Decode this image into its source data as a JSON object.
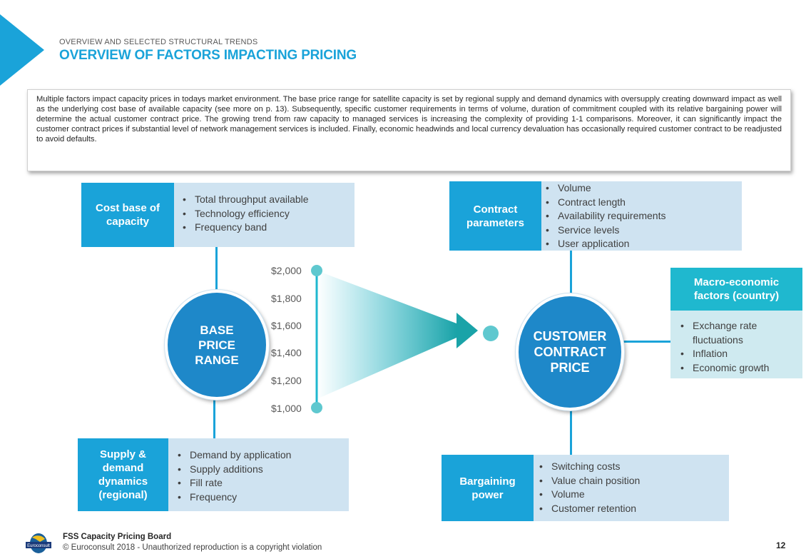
{
  "header": {
    "section": "OVERVIEW AND SELECTED  STRUCTURAL  TRENDS",
    "title": "OVERVIEW OF FACTORS IMPACTING PRICING"
  },
  "intro": "Multiple factors impact capacity prices in todays market environment. The base price range for satellite capacity is set by regional supply and demand dynamics with oversupply creating downward impact as well as the underlying cost base of available capacity (see more on p. 13). Subsequently, specific customer requirements in terms of volume, duration of commitment coupled with its relative bargaining power will determine the actual customer contract price. The growing trend from raw capacity to managed services is increasing the complexity of providing 1-1 comparisons. Moreover, it can significantly impact the customer contract prices if substantial level of network management services is included. Finally, economic headwinds and local currency devaluation has occasionally required customer contract to be readjusted to avoid  defaults.",
  "cost_base": {
    "title": "Cost base of capacity",
    "items": [
      "Total throughput available",
      "Technology efficiency",
      "Frequency band"
    ]
  },
  "supply_demand": {
    "title": "Supply & demand dynamics (regional)",
    "items": [
      "Demand by application",
      "Supply additions",
      "Fill rate",
      "Frequency"
    ]
  },
  "base_price": {
    "label": "BASE PRICE RANGE"
  },
  "price_scale": [
    "$2,000",
    "$1,800",
    "$1,600",
    "$1,400",
    "$1,200",
    "$1,000"
  ],
  "contract": {
    "title": "Contract parameters",
    "items": [
      "Volume",
      "Contract length",
      "Availability  requirements",
      "Service levels",
      "User application"
    ]
  },
  "macro": {
    "title": "Macro-economic factors (country)",
    "items": [
      "Exchange rate fluctuations",
      "Inflation",
      "Economic growth"
    ]
  },
  "bargaining": {
    "title": "Bargaining power",
    "items": [
      "Switching costs",
      "Value chain position",
      "Volume",
      "Customer retention"
    ]
  },
  "customer_price": {
    "label": "CUSTOMER CONTRACT PRICE"
  },
  "footer": {
    "logo_text": "Euroconsult",
    "title": "FSS Capacity Pricing Board",
    "copyright": "© Euroconsult 2018 - Unauthorized reproduction is a copyright violation",
    "page": "12"
  },
  "colors": {
    "blue": "#1aa3d9",
    "teal": "#1fb8cf",
    "circle": "#1e88c9",
    "light_blue": "#cfe3f1"
  }
}
